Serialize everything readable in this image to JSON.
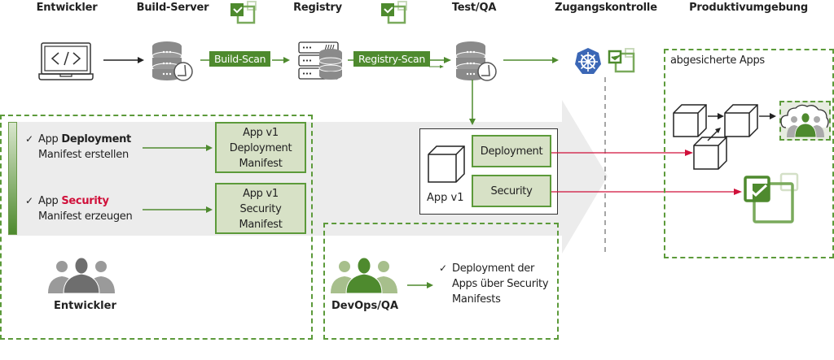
{
  "stages": [
    {
      "id": "entwickler",
      "label": "Entwickler"
    },
    {
      "id": "build-server",
      "label": "Build-Server"
    },
    {
      "id": "registry",
      "label": "Registry"
    },
    {
      "id": "test-qa",
      "label": "Test/QA"
    },
    {
      "id": "zugangskontrolle",
      "label": "Zugangskontrolle"
    },
    {
      "id": "produktivumgebung",
      "label": "Produktivumgebung"
    }
  ],
  "pipeline": {
    "build_scan": "Build-Scan",
    "registry_scan": "Registry-Scan"
  },
  "developer_panel": {
    "tasks": [
      {
        "prefix": "App ",
        "highlight": "Deployment",
        "highlight_color": "#222222",
        "line2": "Manifest erstellen"
      },
      {
        "prefix": "App ",
        "highlight": "Security",
        "highlight_color": "#d0103a",
        "line2": "Manifest erzeugen"
      }
    ],
    "manifests": [
      {
        "line1": "App v1",
        "line2": "Deployment",
        "line3": "Manifest"
      },
      {
        "line1": "App v1",
        "line2": "Security",
        "line3": "Manifest"
      }
    ],
    "role_label": "Entwickler"
  },
  "app_package": {
    "label": "App v1",
    "deployment_label": "Deployment",
    "security_label": "Security"
  },
  "devops_panel": {
    "role_label": "DevOps/QA",
    "task_line1": "Deployment der",
    "task_line2": "Apps über Security",
    "task_line3": "Manifests"
  },
  "production": {
    "title": "abgesicherte Apps"
  },
  "colors": {
    "green": "#4e8a2e",
    "light_green": "#d7e1c6",
    "red": "#d0103a",
    "grey_arrow": "#ececec"
  }
}
